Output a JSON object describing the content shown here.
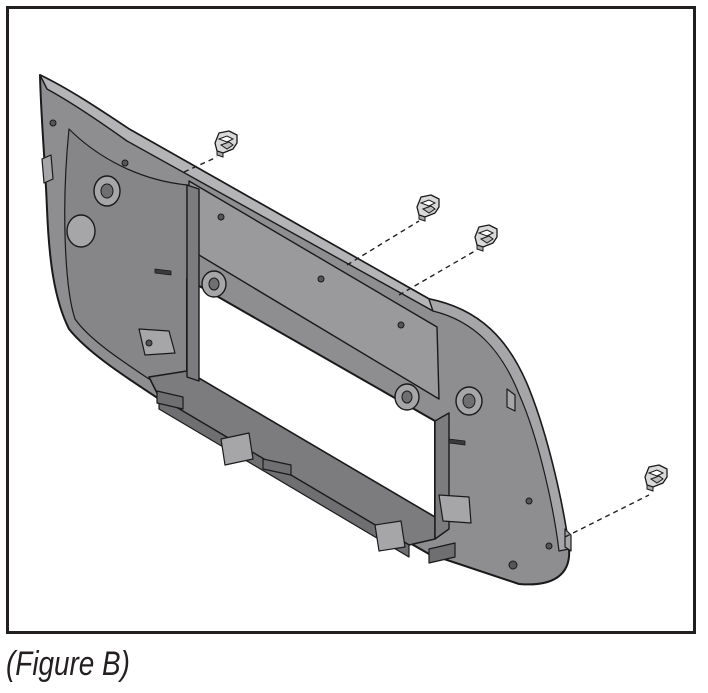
{
  "caption": "(Figure B)",
  "colors": {
    "frame": "#231f20",
    "part_fill": "#8e8e90",
    "part_face": "#9a9a9c",
    "part_shadow": "#6f6f71",
    "part_light": "#b4b4b6",
    "outline": "#1a1a1a",
    "clip_fill": "#d9d9da",
    "leader_line": "#231f20"
  },
  "parts": {
    "bracket": "trim-panel-bracket",
    "clips": [
      "retaining-clip",
      "retaining-clip",
      "retaining-clip",
      "retaining-clip"
    ]
  }
}
